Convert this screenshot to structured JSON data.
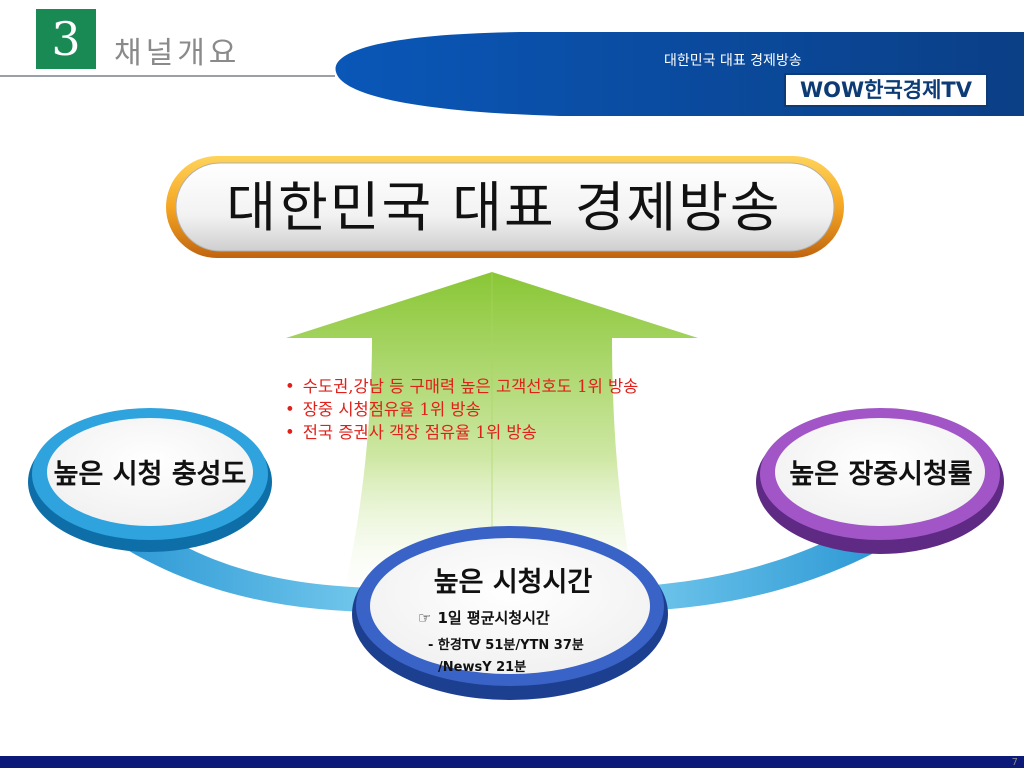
{
  "header": {
    "section_number": "3",
    "section_title": "채널개요",
    "banner_text": "대한민국 대표 경제방송",
    "logo_text": "WOW한국경제TV"
  },
  "main_title": "대한민국 대표 경제방송",
  "bullets": [
    "수도권,강남 등 구매력 높은 고객선호도 1위 방송",
    "장중 시청점유율 1위 방송",
    "전국 증권사 객장 점유율 1위 방송"
  ],
  "left_circle": {
    "label": "높은 시청 충성도"
  },
  "right_circle": {
    "label": "높은 장중시청률"
  },
  "center_circle": {
    "label": "높은 시청시간",
    "sub_icon": "☞",
    "sub_label": "1일 평균시청시간",
    "line1": "- 한경TV 51분/YTN 37분",
    "line2": "/NewsY 21분"
  },
  "page_number": "7",
  "colors": {
    "accent_green": "#1a8a55",
    "banner_blue": "#0c3b75",
    "bullet_red": "#e0201a",
    "left_ring": "#29a6dd",
    "right_ring": "#9b4dbf",
    "center_ring": "#2a52be",
    "frame_orange": "#f5a623"
  }
}
